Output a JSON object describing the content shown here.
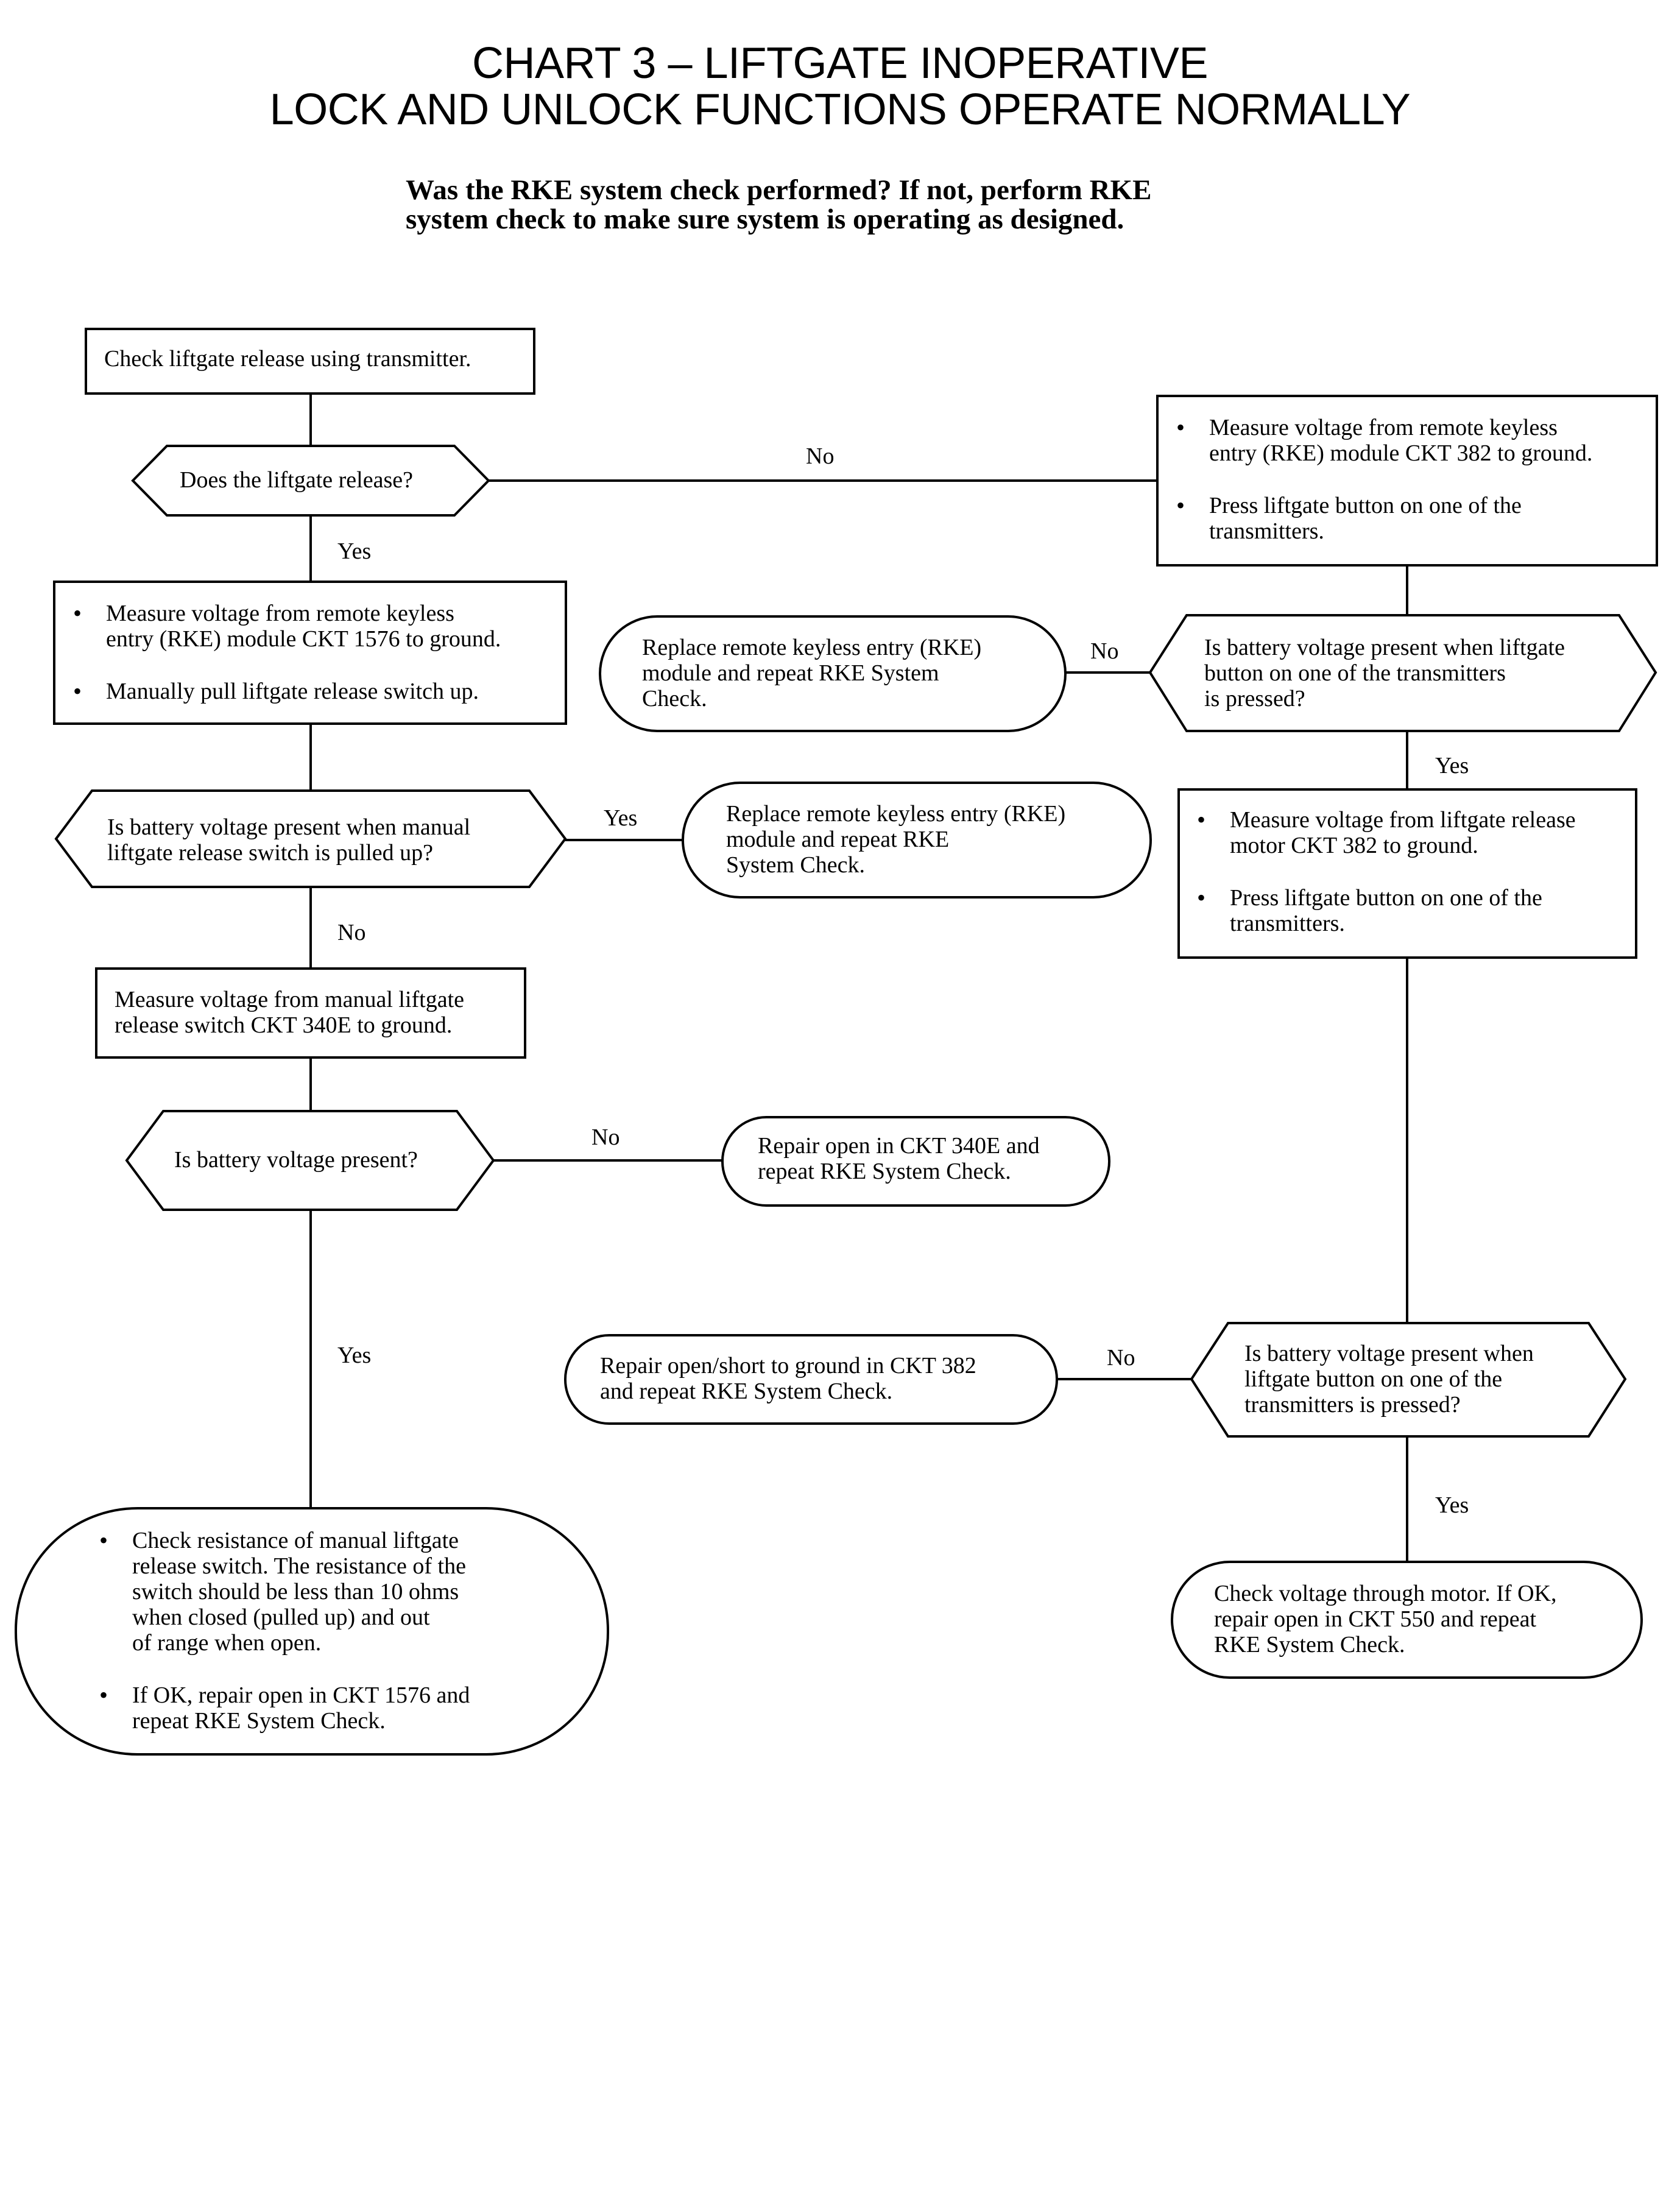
{
  "header": {
    "title_line1": "CHART 3 – LIFTGATE INOPERATIVE",
    "title_line2": "LOCK AND UNLOCK FUNCTIONS OPERATE NORMALLY",
    "question_line1": "Was the RKE system check performed?  If not, perform RKE",
    "question_line2": "system check to make sure system is operating as designed."
  },
  "nodes": {
    "check_release": {
      "lines": [
        "Check liftgate release using transmitter."
      ]
    },
    "dec_release": {
      "lines": [
        "Does the liftgate release?"
      ]
    },
    "measure_1576": {
      "bullets": [
        [
          "Measure voltage from remote keyless",
          "entry (RKE) module CKT 1576 to ground."
        ],
        [
          "Manually pull liftgate release switch up."
        ]
      ]
    },
    "dec_manual": {
      "lines": [
        "Is battery voltage present when manual",
        "liftgate release switch is pulled up?"
      ]
    },
    "replace_module_left": {
      "lines": [
        "Replace remote keyless entry (RKE)",
        "module and repeat RKE",
        "System Check."
      ]
    },
    "measure_340e": {
      "lines": [
        "Measure voltage from manual liftgate",
        "release switch CKT 340E to ground."
      ]
    },
    "dec_battery": {
      "lines": [
        "Is battery voltage present?"
      ]
    },
    "repair_340e": {
      "lines": [
        "Repair open in CKT 340E and",
        "repeat RKE System Check."
      ]
    },
    "check_resistance": {
      "bullets": [
        [
          "Check resistance of manual liftgate",
          "release switch.  The resistance of the",
          "switch should be less than 10 ohms",
          "when closed (pulled up) and out",
          "of range when open."
        ],
        [
          "If OK, repair open in CKT 1576 and",
          "repeat RKE System Check."
        ]
      ]
    },
    "measure_382_module": {
      "bullets": [
        [
          "Measure voltage from remote keyless",
          "entry (RKE) module CKT 382 to ground."
        ],
        [
          "Press liftgate button on one of the",
          "transmitters."
        ]
      ]
    },
    "replace_module_right": {
      "lines": [
        "Replace remote keyless entry (RKE)",
        "module and repeat RKE System",
        "Check."
      ]
    },
    "dec_transmitter": {
      "lines": [
        "Is battery voltage present when liftgate",
        "button on one of the transmitters",
        "is pressed?"
      ]
    },
    "measure_382_motor": {
      "bullets": [
        [
          "Measure voltage from liftgate release",
          "motor CKT 382 to ground."
        ],
        [
          "Press liftgate button on one of the",
          "transmitters."
        ]
      ]
    },
    "repair_382": {
      "lines": [
        "Repair open/short to ground in CKT 382",
        "and repeat RKE System Check."
      ]
    },
    "dec_motor": {
      "lines": [
        "Is battery voltage present when",
        "liftgate button on one of the",
        "transmitters is pressed?"
      ]
    },
    "check_motor": {
      "lines": [
        "Check voltage through motor. If OK,",
        "repair open in CKT 550 and repeat",
        "RKE System Check."
      ]
    }
  },
  "edges": {
    "release_no": "No",
    "release_yes": "Yes",
    "manual_yes": "Yes",
    "manual_no": "No",
    "battery_no": "No",
    "battery_yes": "Yes",
    "transmitter_no": "No",
    "transmitter_yes": "Yes",
    "motor_no": "No",
    "motor_yes": "Yes"
  }
}
